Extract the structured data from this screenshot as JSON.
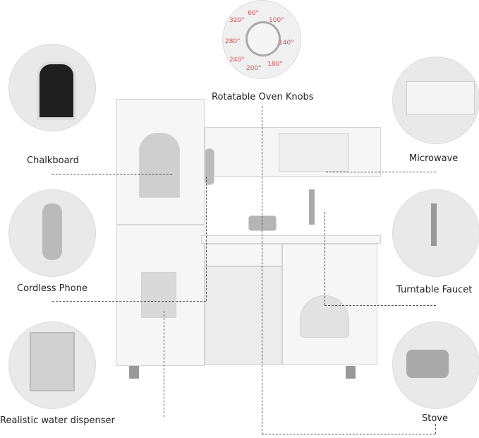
{
  "callouts": {
    "chalkboard": "Chalkboard",
    "oven_knobs": "Rotatable Oven Knobs",
    "microwave": "Microwave",
    "phone": "Cordless Phone",
    "faucet": "Turntable Faucet",
    "water": "Realistic water dispenser",
    "stove": "Stove"
  },
  "knob_dial": [
    "320°",
    "60°",
    "100°",
    "140°",
    "180°",
    "200°",
    "240°",
    "280°"
  ],
  "colors": {
    "kitchen": "#f6f6f6",
    "trim": "#c8c8c8",
    "chalk": "#1f1f1f",
    "accent": "#d9534f"
  }
}
